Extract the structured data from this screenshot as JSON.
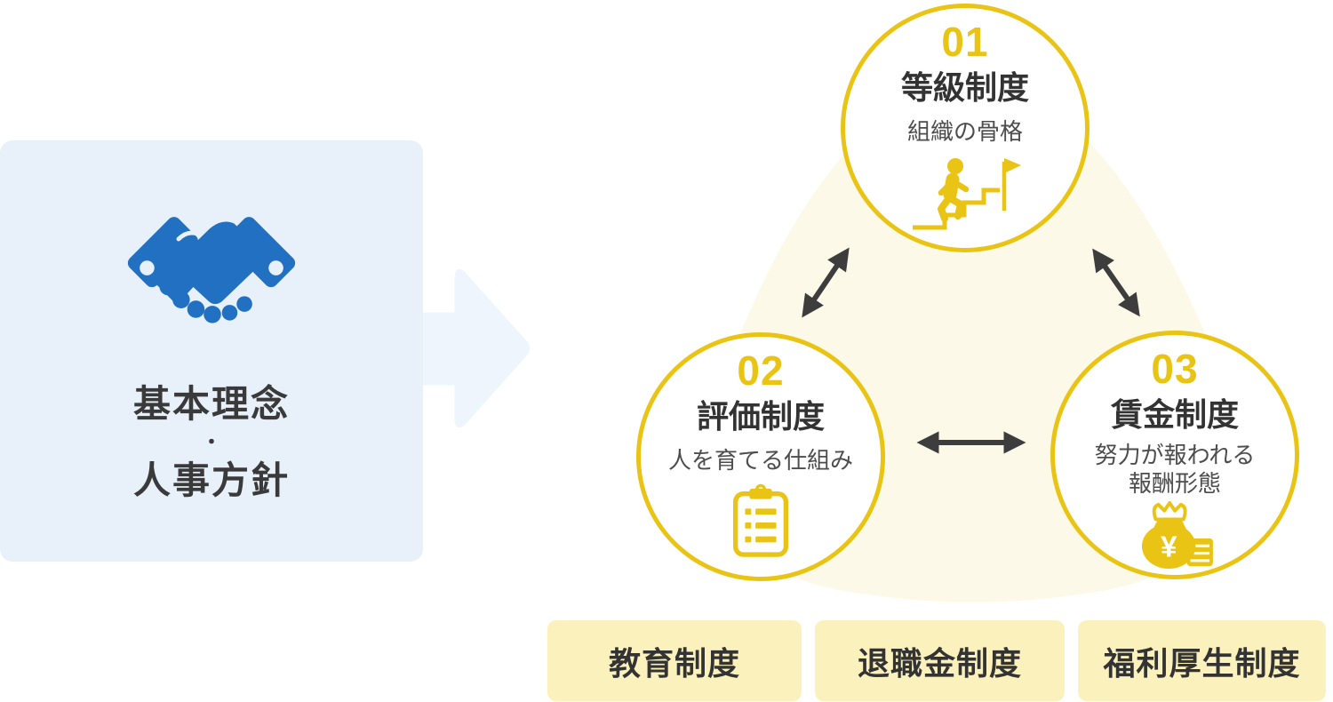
{
  "diagram": {
    "left_panel": {
      "title_line1": "基本理念",
      "separator": "・",
      "title_line2": "人事方針",
      "icon": "handshake-icon"
    },
    "flow": {
      "type": "arrow-right",
      "meaning": "leads-to"
    },
    "nodes": [
      {
        "number": "01",
        "title": "等級制度",
        "subtitle": "組織の骨格",
        "icon": "person-climbing-stairs-flag-icon"
      },
      {
        "number": "02",
        "title": "評価制度",
        "subtitle": "人を育てる仕組み",
        "icon": "clipboard-checklist-icon"
      },
      {
        "number": "03",
        "title": "賃金制度",
        "subtitle": "努力が報われる",
        "subtitle2": "報酬形態",
        "icon": "money-bag-yen-icon"
      }
    ],
    "connections": [
      {
        "from": "01",
        "to": "02",
        "type": "double-arrow"
      },
      {
        "from": "01",
        "to": "03",
        "type": "double-arrow"
      },
      {
        "from": "02",
        "to": "03",
        "type": "double-arrow"
      }
    ],
    "bottom_boxes": [
      {
        "label": "教育制度"
      },
      {
        "label": "退職金制度"
      },
      {
        "label": "福利厚生制度"
      }
    ],
    "colors": {
      "accent_yellow": "#e9c414",
      "cream_background": "#fdf9e8",
      "bottom_box_yellow": "#fbf1bd",
      "panel_blue": "#e8f1fa",
      "flow_arrow_blue": "#eef5fd",
      "icon_blue": "#2170c2",
      "text_dark": "#333333",
      "text_gray": "#4d4d4d",
      "connector_dark": "#3d3d3d"
    }
  }
}
